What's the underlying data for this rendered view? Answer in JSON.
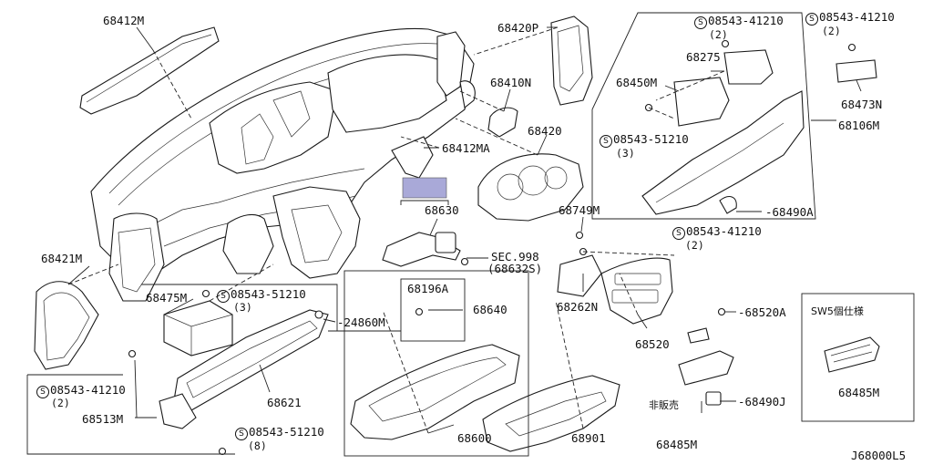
{
  "diagram": {
    "code": "J68000L5",
    "colors": {
      "highlight": "#a9a9d8",
      "line": "#1a1a1a"
    },
    "s_mark": "S",
    "labels": {
      "p68412M": "68412M",
      "p68420P": "68420P",
      "p68410N": "68410N",
      "p68420": "68420",
      "p68412MA": "68412MA",
      "p68630": "68630",
      "sec998": "SEC.998",
      "sec998sub": "(68632S)",
      "p68749M": "68749M",
      "p68421M": "68421M",
      "p68475M": "68475M",
      "p24860M": "24860M",
      "p68196A": "68196A",
      "p68640": "68640",
      "p68262N": "68262N",
      "p68520A": "68520A",
      "p68520": "68520",
      "p68621": "68621",
      "p68513M": "68513M",
      "p68600": "68600",
      "p68901": "68901",
      "p68490J": "68490J",
      "p68485M_b": "68485M",
      "p68485M_c": "68485M",
      "p68275": "68275",
      "p68450M": "68450M",
      "p68473N": "68473N",
      "p68106M": "68106M",
      "p68490A": "68490A"
    },
    "screws": {
      "s1": {
        "num": "08543-41210",
        "qty": "(2)"
      },
      "s2": {
        "num": "08543-41210",
        "qty": "(2)"
      },
      "s3": {
        "num": "08543-51210",
        "qty": "(3)"
      },
      "s4": {
        "num": "08543-41210",
        "qty": "(2)"
      },
      "s5": {
        "num": "08543-51210",
        "qty": "(3)"
      },
      "s6": {
        "num": "08543-41210",
        "qty": "(2)"
      },
      "s7": {
        "num": "08543-51210",
        "qty": "(8)"
      }
    },
    "captions": {
      "not_for_sale": "非販売",
      "sw5_spec": "SW5個仕様"
    }
  }
}
